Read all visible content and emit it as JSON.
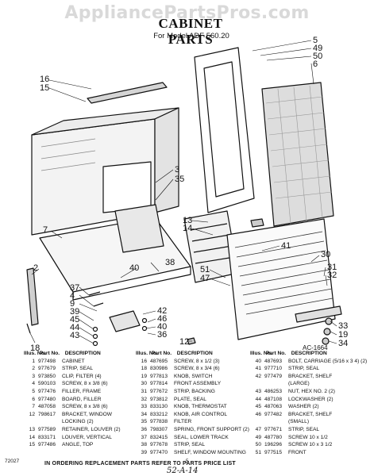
{
  "watermark": "AppliancePartsPros.com",
  "title": "CABINET PARTS",
  "subtitle": "For Model ADF 560.20",
  "diagram_label": "AC-1664",
  "callouts": [
    "16",
    "15",
    "5",
    "49",
    "50",
    "6",
    "3",
    "35",
    "13",
    "14",
    "41",
    "7",
    "2",
    "40",
    "38",
    "51",
    "47",
    "30",
    "31",
    "32",
    "37",
    "4",
    "9",
    "39",
    "45",
    "44",
    "43",
    "42",
    "46",
    "36",
    "12",
    "18",
    "33",
    "19",
    "34"
  ],
  "table_headers": {
    "illus_no": "Illus. No.",
    "part_no": "Part No.",
    "description": "DESCRIPTION"
  },
  "parts_col1": [
    {
      "no": "1",
      "pn": "977498",
      "desc": "CABINET"
    },
    {
      "no": "2",
      "pn": "977679",
      "desc": "STRIP, SEAL"
    },
    {
      "no": "3",
      "pn": "973850",
      "desc": "CLIP, FILTER (4)"
    },
    {
      "no": "4",
      "pn": "590103",
      "desc": "SCREW, 8 x 3/8 (6)"
    },
    {
      "no": "5",
      "pn": "977476",
      "desc": "FILLER, FRAME"
    },
    {
      "no": "6",
      "pn": "977480",
      "desc": "BOARD, FILLER"
    },
    {
      "no": "7",
      "pn": "487058",
      "desc": "SCREW, 8 x 3/8 (6)"
    },
    {
      "no": "12",
      "pn": "798617",
      "desc": "BRACKET, WINDOW"
    },
    {
      "no": "",
      "pn": "",
      "desc": "LOCKING (2)"
    },
    {
      "no": "13",
      "pn": "977589",
      "desc": "RETAINER, LOUVER (2)"
    },
    {
      "no": "14",
      "pn": "833171",
      "desc": "LOUVER, VERTICAL"
    },
    {
      "no": "15",
      "pn": "977486",
      "desc": "ANGLE, TOP"
    }
  ],
  "parts_col2": [
    {
      "no": "16",
      "pn": "487695",
      "desc": "SCREW, 8 x 1/2 (3)"
    },
    {
      "no": "18",
      "pn": "830986",
      "desc": "SCREW, 8 x 3/4 (6)"
    },
    {
      "no": "19",
      "pn": "977813",
      "desc": "KNOB, SWITCH"
    },
    {
      "no": "30",
      "pn": "977814",
      "desc": "FRONT ASSEMBLY"
    },
    {
      "no": "31",
      "pn": "977672",
      "desc": "STRIP, BACKING"
    },
    {
      "no": "32",
      "pn": "973812",
      "desc": "PLATE, SEAL"
    },
    {
      "no": "33",
      "pn": "833130",
      "desc": "KNOB, THERMOSTAT"
    },
    {
      "no": "34",
      "pn": "833212",
      "desc": "KNOB, AIR CONTROL"
    },
    {
      "no": "35",
      "pn": "977838",
      "desc": "FILTER"
    },
    {
      "no": "36",
      "pn": "798307",
      "desc": "SPRING, FRONT SUPPORT (2)"
    },
    {
      "no": "37",
      "pn": "832415",
      "desc": "SEAL, LOWER TRACK"
    },
    {
      "no": "38",
      "pn": "977678",
      "desc": "STRIP, SEAL"
    },
    {
      "no": "39",
      "pn": "977470",
      "desc": "SHELF, WINDOW MOUNTING"
    }
  ],
  "parts_col3": [
    {
      "no": "40",
      "pn": "487693",
      "desc": "BOLT, CARRIAGE (5/16 x 3 4) (2)"
    },
    {
      "no": "41",
      "pn": "977710",
      "desc": "STRIP, SEAL"
    },
    {
      "no": "42",
      "pn": "977479",
      "desc": "BRACKET, SHELF"
    },
    {
      "no": "",
      "pn": "",
      "desc": "(LARGE)"
    },
    {
      "no": "43",
      "pn": "486253",
      "desc": "NUT, HEX NO. 2 (2)"
    },
    {
      "no": "44",
      "pn": "487108",
      "desc": "LOCKWASHER (2)"
    },
    {
      "no": "45",
      "pn": "487063",
      "desc": "WASHER (2)"
    },
    {
      "no": "46",
      "pn": "977482",
      "desc": "BRACKET, SHELF"
    },
    {
      "no": "",
      "pn": "",
      "desc": "(SMALL)"
    },
    {
      "no": "47",
      "pn": "977671",
      "desc": "STRIP, SEAL"
    },
    {
      "no": "49",
      "pn": "487780",
      "desc": "SCREW 10 x 1/2"
    },
    {
      "no": "50",
      "pn": "196296",
      "desc": "SCREW 10 x 3 1/2"
    },
    {
      "no": "51",
      "pn": "977515",
      "desc": "FRONT"
    }
  ],
  "footer_note": "IN ORDERING REPLACEMENT PARTS REFER TO PARTS PRICE LIST",
  "code_left": "72027",
  "page_number": "5",
  "handwritten": "52-A-14"
}
